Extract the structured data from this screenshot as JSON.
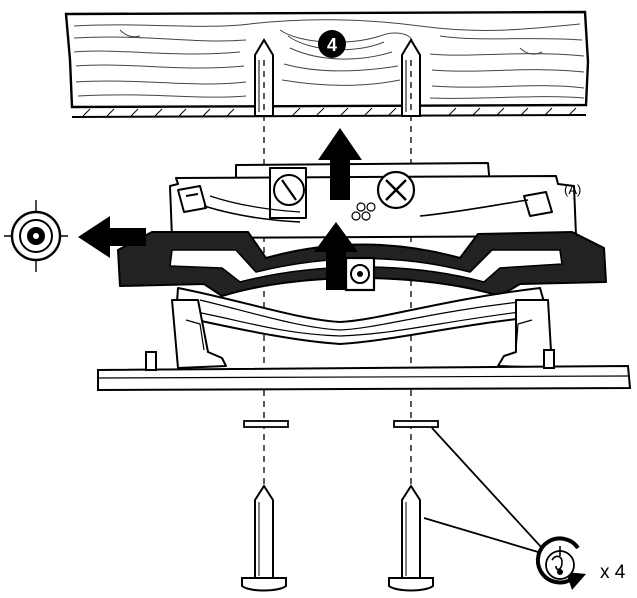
{
  "step_number": "4",
  "part_label": "(A)",
  "quantity_label": "x 4",
  "icons": {
    "target": "target-icon",
    "screw_tighten": "screw-tighten-icon",
    "phillips_screw": "phillips-screw-icon",
    "slot_screw": "slot-screw-icon",
    "hex_screw": "hex-screw-icon"
  },
  "colors": {
    "line": "#000000",
    "fill": "#ffffff",
    "arrow": "#000000"
  }
}
